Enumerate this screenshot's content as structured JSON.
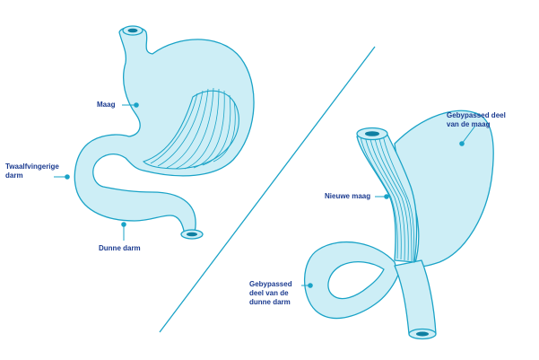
{
  "colors": {
    "fill": "#cdeef6",
    "stroke": "#1aa3c7",
    "fold": "#1aa3c7",
    "label": "#1a3a8f",
    "inner": "#0f7fa1"
  },
  "labels": {
    "maag": "Maag",
    "twaalf_line1": "Twaalfvingerige",
    "twaalf_line2": "darm",
    "dunne_darm": "Dunne darm",
    "gebypassed_maag_line1": "Gebypassed deel",
    "gebypassed_maag_line2": "van de maag",
    "nieuwe_maag": "Nieuwe maag",
    "gebypassed_darm_line1": "Gebypassed",
    "gebypassed_darm_line2": "deel van de",
    "gebypassed_darm_line3": "dunne darm"
  }
}
